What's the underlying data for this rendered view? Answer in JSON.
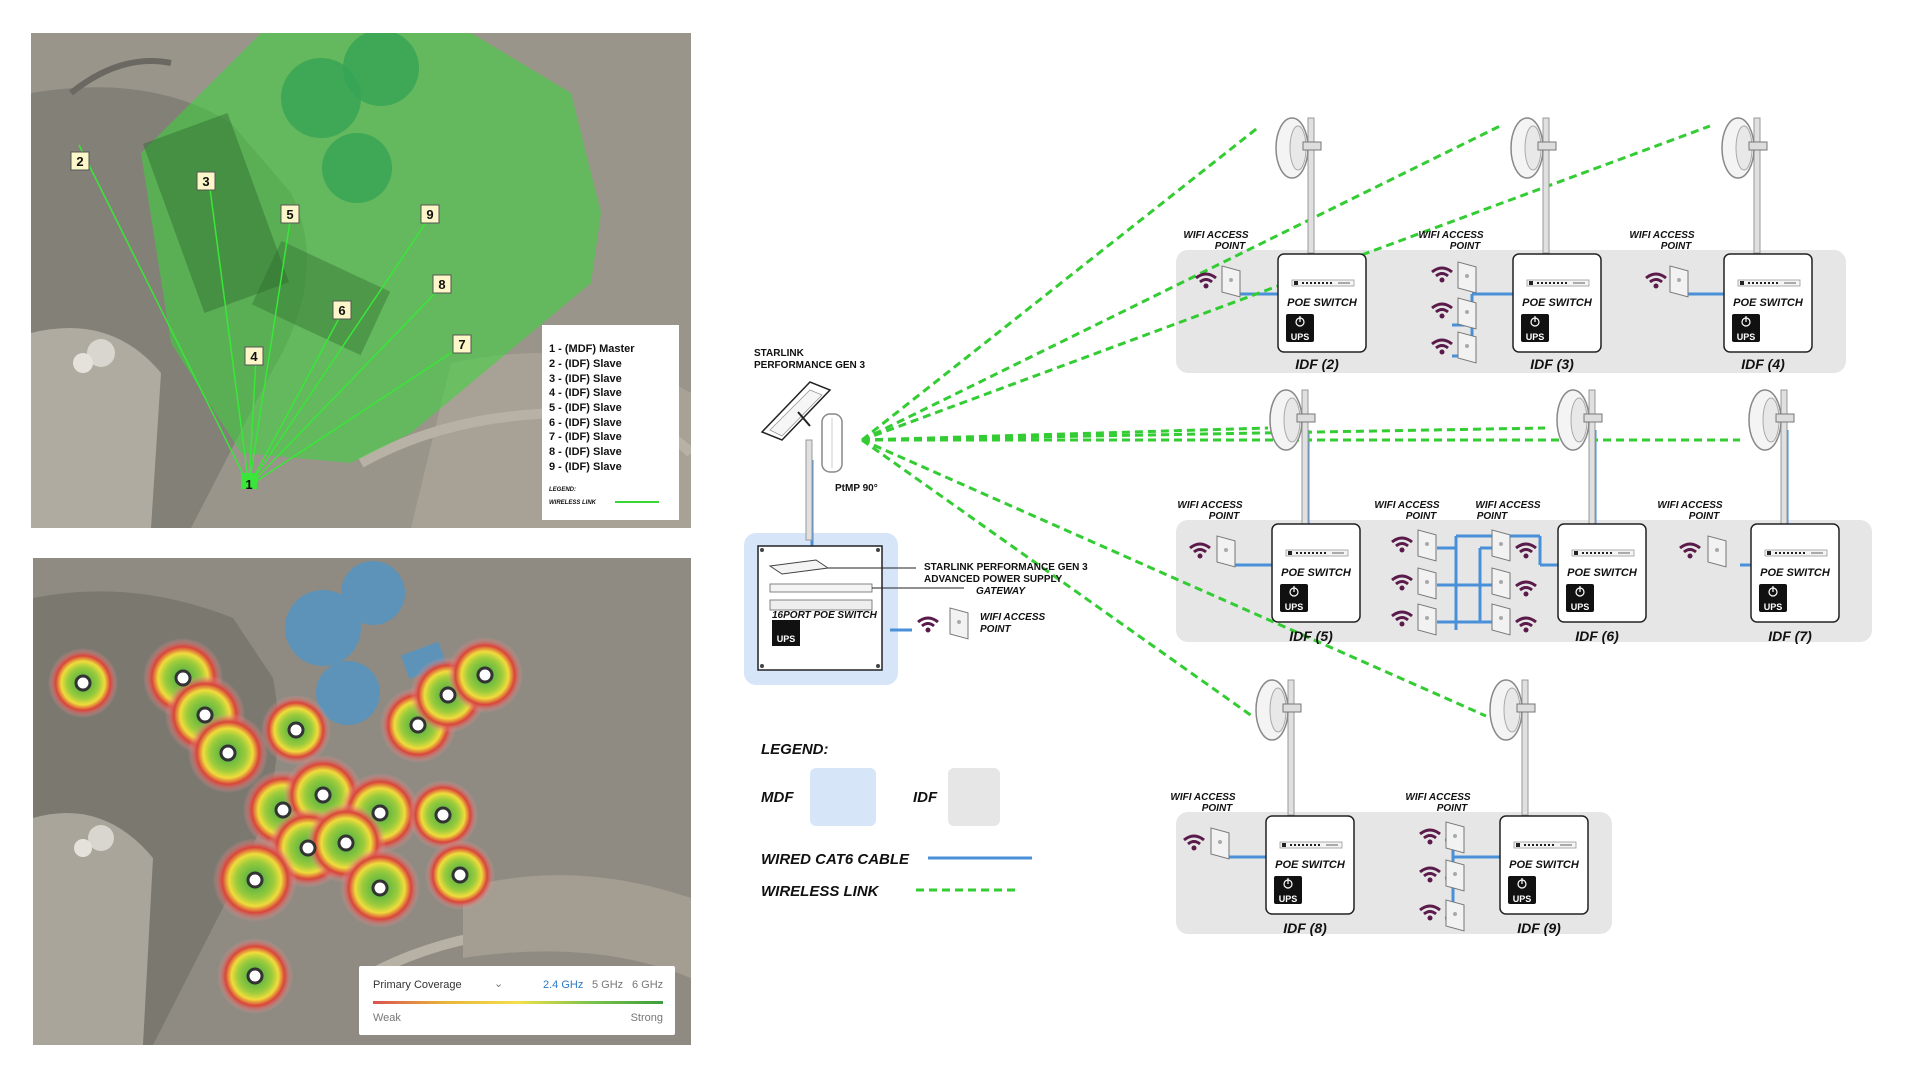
{
  "map_top": {
    "markers": [
      "1",
      "2",
      "3",
      "4",
      "5",
      "6",
      "7",
      "8",
      "9"
    ],
    "legend_items": [
      "1 - (MDF) Master",
      "2 - (IDF) Slave",
      "3 - (IDF) Slave",
      "4 - (IDF) Slave",
      "5 - (IDF) Slave",
      "6 - (IDF) Slave",
      "7 - (IDF) Slave",
      "8 - (IDF) Slave",
      "9 - (IDF) Slave"
    ],
    "legend_heading": "LEGEND:",
    "legend_link": "WIRELESS LINK",
    "link_color": "#39d639"
  },
  "map_bottom": {
    "coverage_title": "Primary Coverage",
    "bands": [
      "2.4 GHz",
      "5 GHz",
      "6 GHz"
    ],
    "active_band_color": "#2f78c4",
    "scale_low": "Weak",
    "scale_high": "Strong"
  },
  "diagram": {
    "starlink_label": [
      "STARLINK",
      "PERFORMANCE GEN 3"
    ],
    "ptmp_label": "PtMP 90°",
    "mdf_labels": {
      "power": [
        "STARLINK PERFORMANCE GEN 3",
        "ADVANCED POWER SUPPLY"
      ],
      "gateway": "GATEWAY",
      "switch": "16PORT POE SWITCH",
      "wifi": [
        "WIFI ACCESS",
        "POINT"
      ]
    },
    "poe_switch": "POE SWITCH",
    "ups": "UPS",
    "wifi_ap": [
      "WIFI ACCESS",
      "POINT"
    ],
    "idfs": [
      "IDF (2)",
      "IDF (3)",
      "IDF (4)",
      "IDF (5)",
      "IDF (6)",
      "IDF (7)",
      "IDF (8)",
      "IDF (9)"
    ],
    "legend": {
      "title": "LEGEND:",
      "mdf": "MDF",
      "idf": "IDF",
      "wired": "WIRED CAT6 CABLE",
      "wireless": "WIRELESS LINK"
    },
    "colors": {
      "mdf_box": "#d6e6f8",
      "idf_box": "#e6e6e6",
      "cable": "#4a90d9",
      "wireless": "#33cc33",
      "wifi_icon": "#5a1a4a"
    }
  }
}
